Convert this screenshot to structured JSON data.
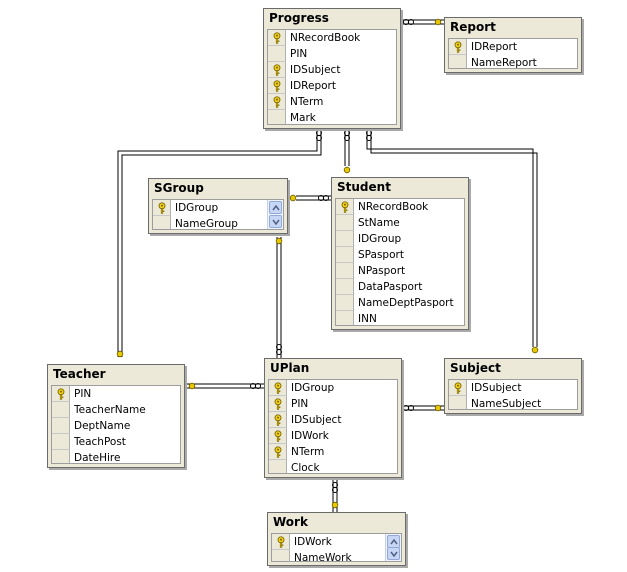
{
  "tables": {
    "progress": {
      "title": "Progress",
      "fields": [
        {
          "name": "NRecordBook",
          "key": true
        },
        {
          "name": "PIN",
          "key": false
        },
        {
          "name": "IDSubject",
          "key": true
        },
        {
          "name": "IDReport",
          "key": true
        },
        {
          "name": "NTerm",
          "key": true
        },
        {
          "name": "Mark",
          "key": false
        }
      ]
    },
    "report": {
      "title": "Report",
      "fields": [
        {
          "name": "IDReport",
          "key": true
        },
        {
          "name": "NameReport",
          "key": false
        }
      ]
    },
    "sgroup": {
      "title": "SGroup",
      "fields": [
        {
          "name": "IDGroup",
          "key": true
        },
        {
          "name": "NameGroup",
          "key": false
        }
      ]
    },
    "student": {
      "title": "Student",
      "fields": [
        {
          "name": "NRecordBook",
          "key": true
        },
        {
          "name": "StName",
          "key": false
        },
        {
          "name": "IDGroup",
          "key": false
        },
        {
          "name": "SPasport",
          "key": false
        },
        {
          "name": "NPasport",
          "key": false
        },
        {
          "name": "DataPasport",
          "key": false
        },
        {
          "name": "NameDeptPasport",
          "key": false
        },
        {
          "name": "INN",
          "key": false
        }
      ]
    },
    "teacher": {
      "title": "Teacher",
      "fields": [
        {
          "name": "PIN",
          "key": true
        },
        {
          "name": "TeacherName",
          "key": false
        },
        {
          "name": "DeptName",
          "key": false
        },
        {
          "name": "TeachPost",
          "key": false
        },
        {
          "name": "DateHire",
          "key": false
        }
      ]
    },
    "uplan": {
      "title": "UPlan",
      "fields": [
        {
          "name": "IDGroup",
          "key": true
        },
        {
          "name": "PIN",
          "key": true
        },
        {
          "name": "IDSubject",
          "key": true
        },
        {
          "name": "IDWork",
          "key": true
        },
        {
          "name": "NTerm",
          "key": true
        },
        {
          "name": "Clock",
          "key": false
        }
      ]
    },
    "subject": {
      "title": "Subject",
      "fields": [
        {
          "name": "IDSubject",
          "key": true
        },
        {
          "name": "NameSubject",
          "key": false
        }
      ]
    },
    "work": {
      "title": "Work",
      "fields": [
        {
          "name": "IDWork",
          "key": true
        },
        {
          "name": "NameWork",
          "key": false
        }
      ]
    }
  },
  "relationships": [
    {
      "from": "report",
      "to": "progress"
    },
    {
      "from": "teacher",
      "to": "progress"
    },
    {
      "from": "student",
      "to": "progress"
    },
    {
      "from": "subject",
      "to": "progress"
    },
    {
      "from": "sgroup",
      "to": "student"
    },
    {
      "from": "sgroup",
      "to": "uplan"
    },
    {
      "from": "teacher",
      "to": "uplan"
    },
    {
      "from": "subject",
      "to": "uplan"
    },
    {
      "from": "work",
      "to": "uplan"
    }
  ]
}
